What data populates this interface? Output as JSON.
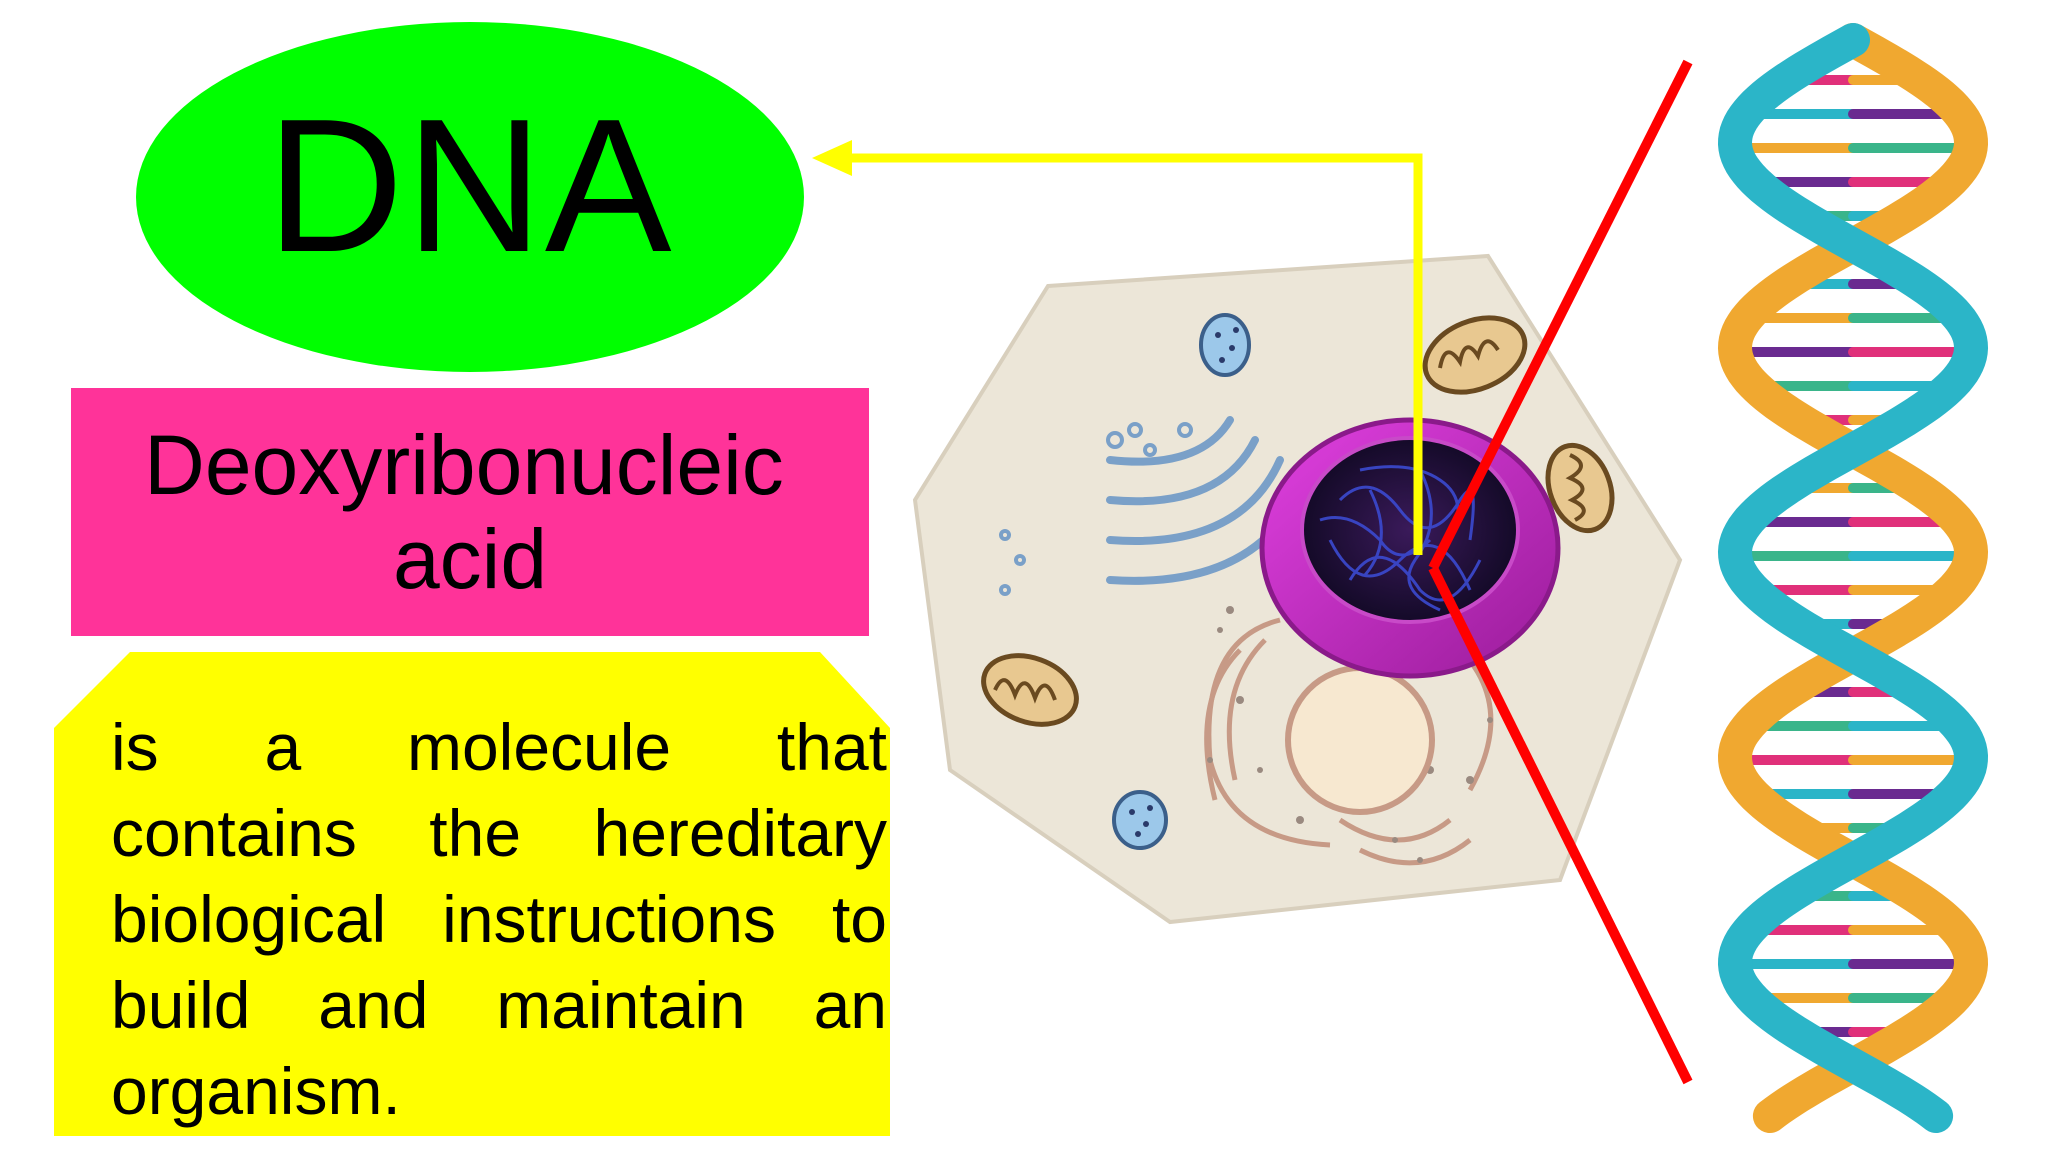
{
  "title": "DNA",
  "full_name": {
    "line1": "Deoxyribonucleic",
    "line2": "acid"
  },
  "description": "is a molecule that contains the hereditary biological instructions to build and maintain an organism.",
  "colors": {
    "title_bubble": "#00ff00",
    "full_name_box": "#ff3399",
    "description_box": "#ffff00",
    "pointer_arrow": "#ffff00",
    "zoom_lines": "#ff0000",
    "helix_strand_teal": "#2bb5c8",
    "helix_strand_orange": "#f0a830",
    "nucleus_rim": "#c02cc0",
    "chromatin": "#2a3aa8"
  },
  "icons": {
    "cell": "animal-cell-illustration",
    "helix": "dna-double-helix-illustration",
    "arrow": "arrow-left-icon"
  }
}
